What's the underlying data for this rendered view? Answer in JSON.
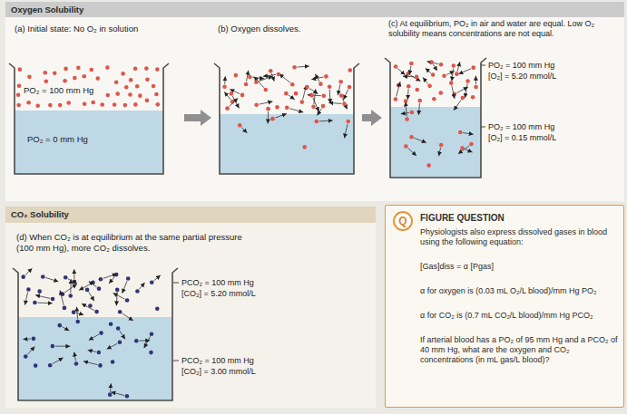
{
  "diagram": {
    "nodes": [
      {
        "text": [
          "Oxygen Solubility"
        ]
      },
      {
        "text": [
          "(a) Initial state: No O₂ in solution",
          "PO₂ = 100 mm Hg",
          "PO₂ = 0 mm Hg"
        ],
        "in": 0
      },
      {
        "text": [
          "(b) Oxygen dissolves."
        ],
        "in": 0
      },
      {
        "text": [
          "(c) At equilibrium, PO₂ in air and water are equal. Low O₂ solubility means concentrations are not equal."
        ],
        "in": 0
      },
      {
        "text": [
          "CO₂ Solubility"
        ]
      },
      {
        "text": [
          "(d) When CO₂ is at equilibrium at the same partial pressure (100 mm Hg), more CO₂ dissolves."
        ],
        "in": 4
      },
      {
        "text": [
          "FIGURE QUESTION",
          "Physiologists also express dissolved gases in blood using the following equation:",
          "[Gas]diss = α [Pgas]",
          "α for oxygen is (0.03 mL O₂/L blood)/mm Hg PO₂",
          "α for CO₂ is (0.7 mL CO₂/L blood)/mm Hg PCO₂",
          "If arterial blood has a PO₂ of 95 mm Hg and a PCO₂ of 40 mm Hg, what are the oxygen and CO₂ concentrations (in mL gas/L blood)?"
        ]
      },
      {
        "text": [
          "Q"
        ],
        "in": 6
      }
    ],
    "edges": [
      {
        "from": 1,
        "to": 2,
        "arrow": "to"
      },
      {
        "from": 2,
        "to": 3,
        "arrow": "to"
      }
    ],
    "labels": [
      "PO₂ = 100 mm Hg",
      "[O₂] = 5.20 mmol/L",
      "PO₂ = 100 mm Hg",
      "[O₂] = 0.15 mmol/L",
      "PCO₂ = 100 mm Hg",
      "[CO₂] = 5.20 mmol/L",
      "PCO₂ = 100 mm Hg",
      "[CO₂] = 3.00 mmol/L"
    ]
  }
}
